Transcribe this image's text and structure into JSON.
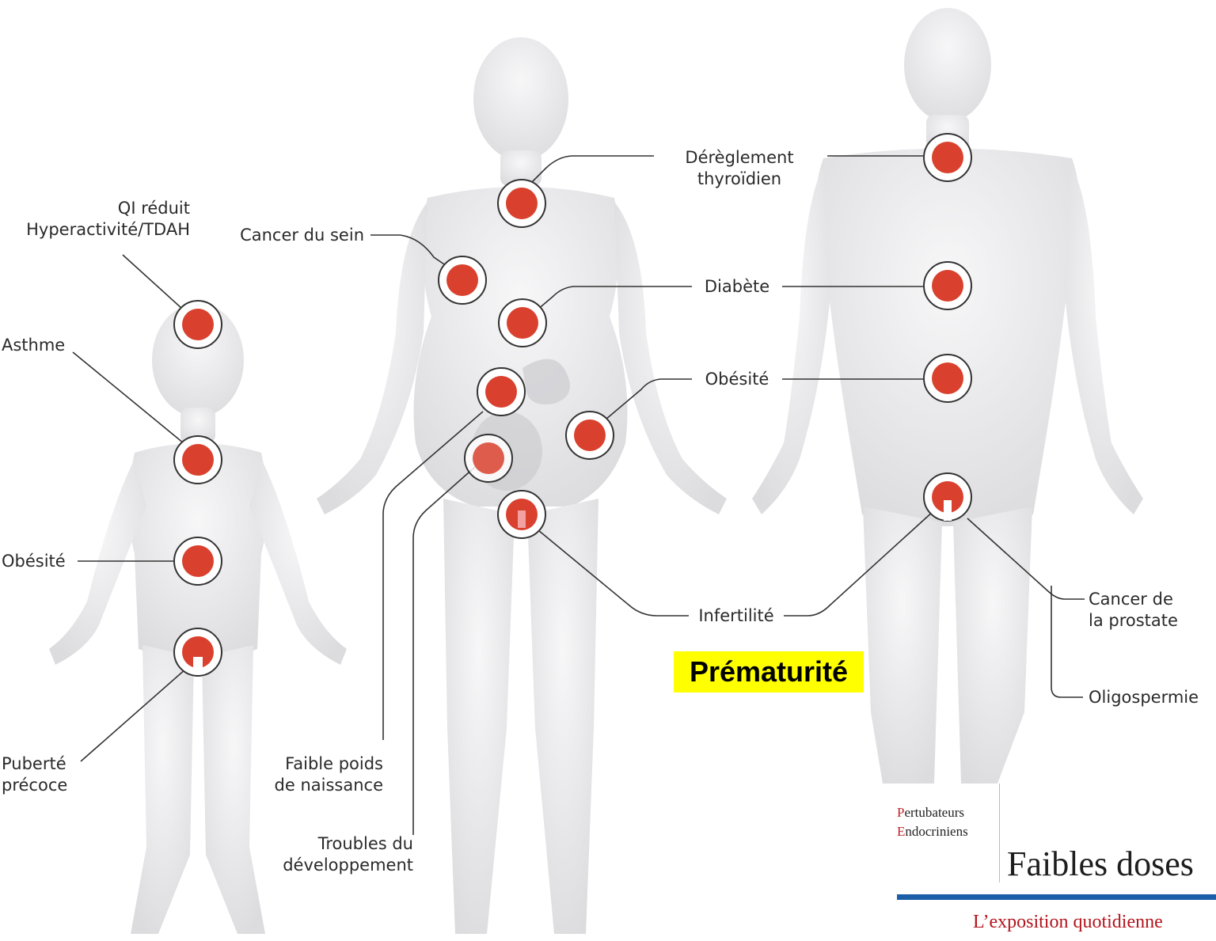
{
  "labels": {
    "qi": [
      "QI réduit",
      "Hyperactivité/TDAH"
    ],
    "asthme": "Asthme",
    "obesite_child": "Obésité",
    "puberte": [
      "Puberté",
      "précoce"
    ],
    "cancer_sein": "Cancer du sein",
    "dereglement": [
      "Dérèglement",
      "thyroïdien"
    ],
    "diabete": "Diabète",
    "obesite_adult": "Obésité",
    "infertilite": "Infertilité",
    "faible_poids": [
      "Faible poids",
      "de naissance"
    ],
    "troubles": [
      "Troubles du",
      "développement"
    ],
    "cancer_prostate": [
      "Cancer de",
      "la prostate"
    ],
    "oligospermie": "Oligospermie"
  },
  "highlight": "Prématurité",
  "logo": {
    "line1_cap": "P",
    "line1_rest": "ertubateurs",
    "line2_cap": "E",
    "line2_rest": "ndocriniens"
  },
  "headline": "Faibles doses",
  "subhead": "L’exposition quotidienne",
  "colors": {
    "marker": "#d9412e",
    "leader": "#333333",
    "body": "#e9e9ea",
    "accent_blue": "#1b5fa8",
    "accent_red": "#c0232a"
  }
}
